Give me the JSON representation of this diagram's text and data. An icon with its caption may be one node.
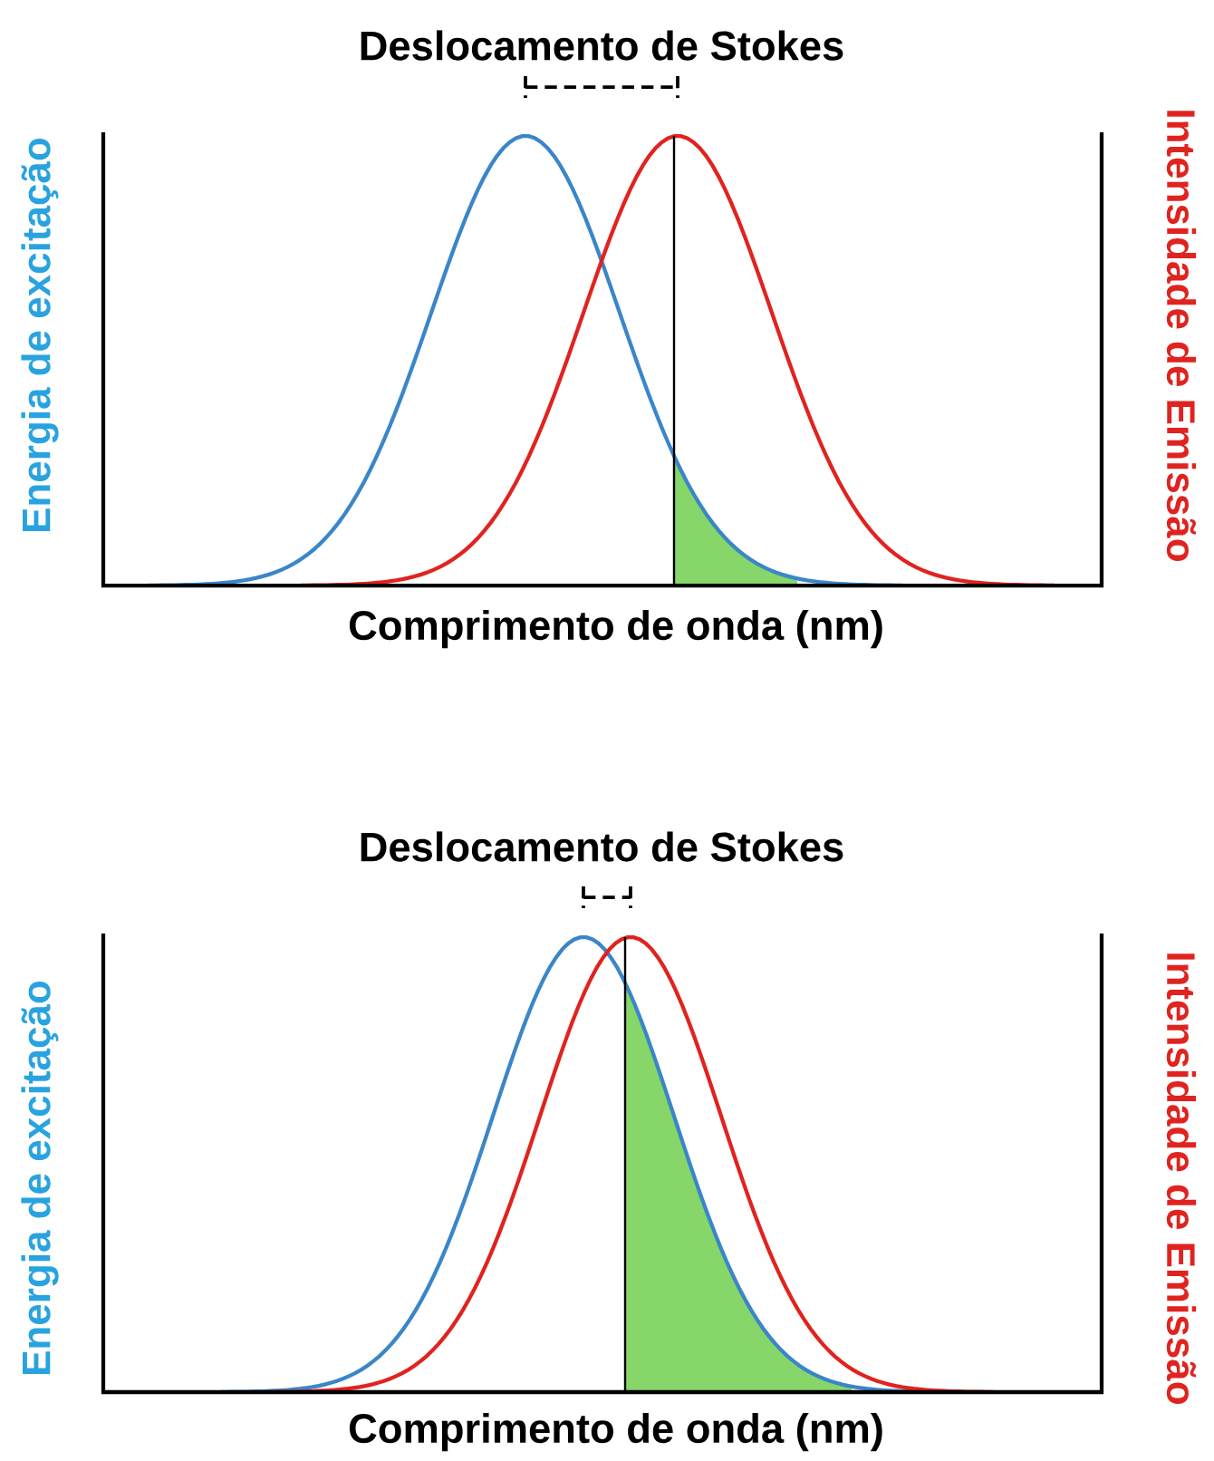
{
  "diagram": {
    "labels": [
      "Deslocamento de Stokes",
      "Energia de excitação",
      "Intensidade de Emissão",
      "Comprimento de onda (nm)",
      "Deslocamento de Stokes",
      "Energia de excitação",
      "Intensidade de Emissão",
      "Comprimento de onda (nm)"
    ]
  }
}
